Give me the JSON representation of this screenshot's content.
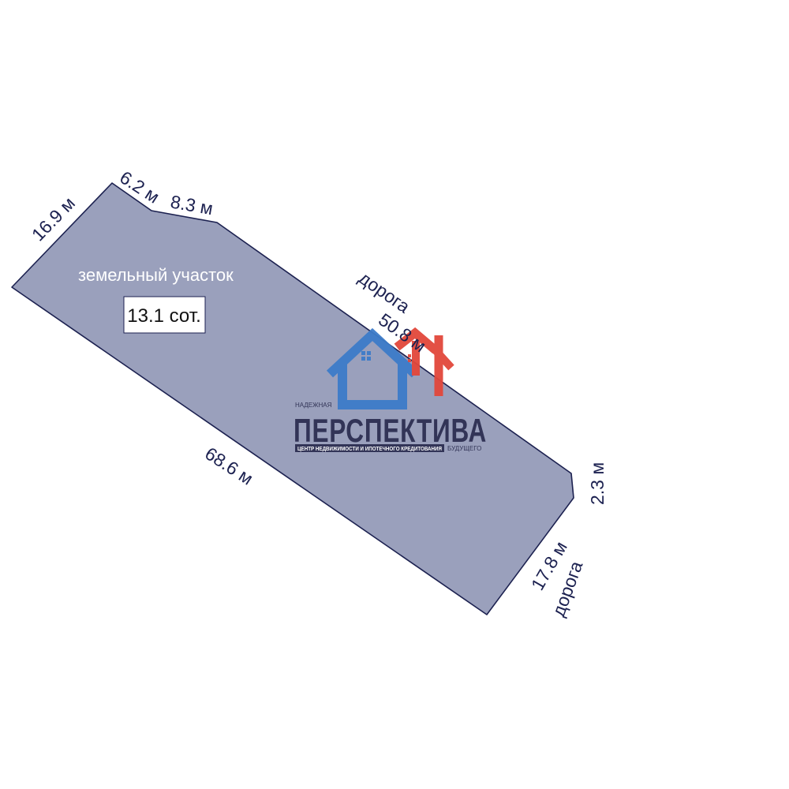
{
  "plot": {
    "label": "земельный участок",
    "area": "13.1 сот.",
    "fill_color": "#9aa0bc",
    "outline_color": "#1c2150"
  },
  "dimensions": {
    "side_1": "16.9 м",
    "side_2": "6.2 м",
    "side_3": "8.3 м",
    "side_4": "50.8 м",
    "side_5": "2.3 м",
    "side_6": "17.8 м",
    "side_7": "68.6 м"
  },
  "roads": {
    "top": "дорога",
    "right": "дорога"
  },
  "watermark": {
    "tagline_top": "НАДЕЖНАЯ",
    "name": "ПЕРСПЕКТИВА",
    "subtitle": "ЦЕНТР НЕДВИЖИМОСТИ И ИПОТЕЧНОГО КРЕДИТОВАНИЯ",
    "tagline_bottom": "БУДУЩЕГО",
    "blue": "#3d7cc9",
    "red": "#e2473b"
  }
}
